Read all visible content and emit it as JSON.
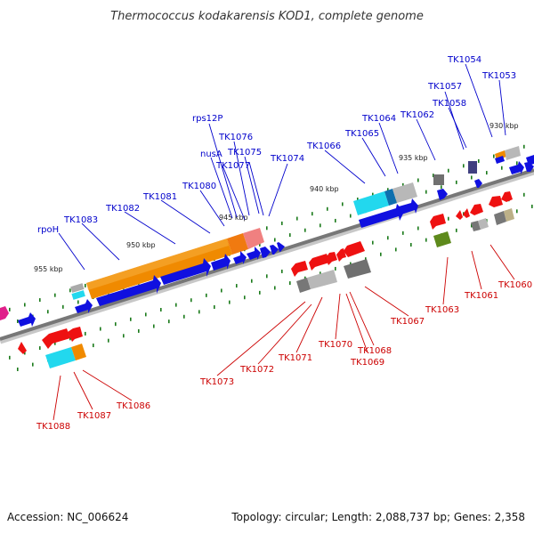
{
  "title": "Thermococcus kodakarensis KOD1, complete genome",
  "footer": {
    "accession": "Accession: NC_006624",
    "summary": "Topology: circular; Length: 2,088,737 bp; Genes: 2,358"
  },
  "colors": {
    "label_upper": "#0000cc",
    "label_lower": "#cc0000",
    "forward_cds": "#1010e0",
    "reverse_cds": "#ee1111",
    "backbone": "#808080",
    "tick_mark": "#1a7a1a"
  },
  "scale_labels": [
    "955 kbp",
    "950 kbp",
    "945 kbp",
    "940 kbp",
    "935 kbp",
    "930 kbp"
  ],
  "upper_labels": [
    "rpoH",
    "TK1083",
    "TK1082",
    "TK1081",
    "TK1080",
    "nusA",
    "TK1077",
    "TK1076",
    "TK1075",
    "TK1074",
    "rps12P",
    "TK1066",
    "TK1065",
    "TK1064",
    "TK1062",
    "TK1058",
    "TK1057",
    "TK1054",
    "TK1053"
  ],
  "lower_labels": [
    "TK1088",
    "TK1087",
    "TK1086",
    "TK1073",
    "TK1072",
    "TK1071",
    "TK1070",
    "TK1069",
    "TK1068",
    "TK1067",
    "TK1063",
    "TK1061",
    "TK1060"
  ]
}
